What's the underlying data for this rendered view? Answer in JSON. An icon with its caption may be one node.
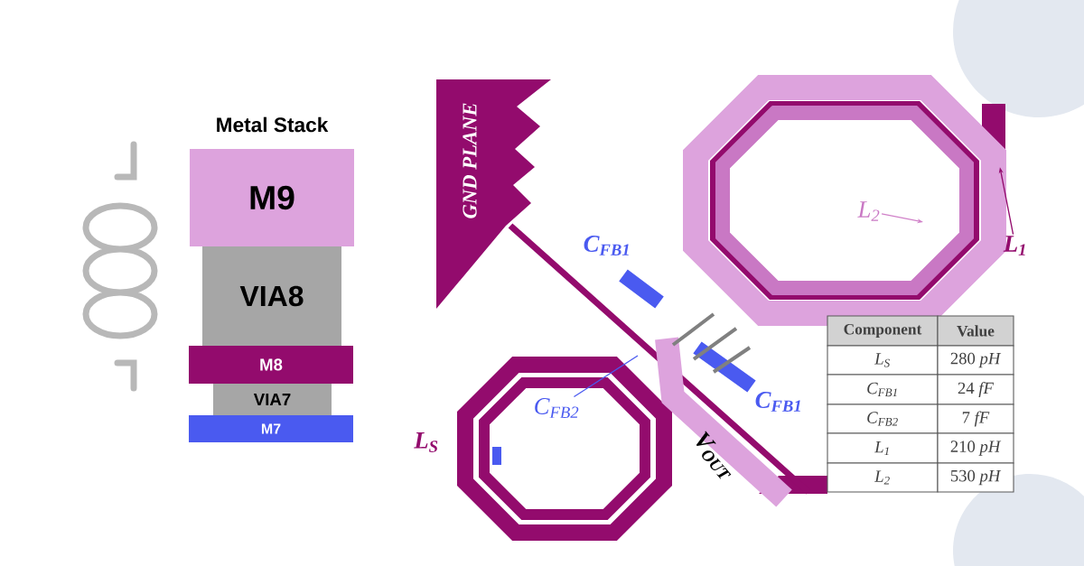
{
  "diagram": {
    "nodes": [
      {
        "text": [
          "M9"
        ]
      },
      {
        "text": [
          "VIA8"
        ]
      },
      {
        "text": [
          "M8"
        ]
      },
      {
        "text": [
          "VIA7"
        ]
      },
      {
        "text": [
          "M7"
        ]
      },
      {
        "text": [
          "GND PLANE"
        ]
      },
      {
        "text": [
          "L$_{2}$"
        ]
      },
      {
        "text": [
          "L$_{1}$"
        ]
      },
      {
        "text": [
          "C$_{FB2}$"
        ]
      },
      {
        "text": [],
        "shape": "box"
      }
    ],
    "edges": [
      {
        "from": 6,
        "to": null,
        "arrow": "to",
        "color": "#d080c8"
      },
      {
        "from": 7,
        "to": 9,
        "arrow": "to",
        "color": "#930b6d"
      },
      {
        "from": 8,
        "to": null,
        "arrow": "none",
        "color": "#4a5af0"
      }
    ],
    "labels": [
      "Metal Stack",
      "C$_{FB1}$",
      "C$_{FB1}$",
      "L$_{S}$",
      "V$_{OUT}$",
      "Component",
      "Value",
      "L$_{S}$",
      "280 *pH*",
      "C$_{FB1}$",
      "24 *fF*",
      "C$_{FB2}$",
      "7 *fF*",
      "L$_{1}$",
      "210 *pH*",
      "L$_{2}$",
      "530 *pH*"
    ]
  }
}
